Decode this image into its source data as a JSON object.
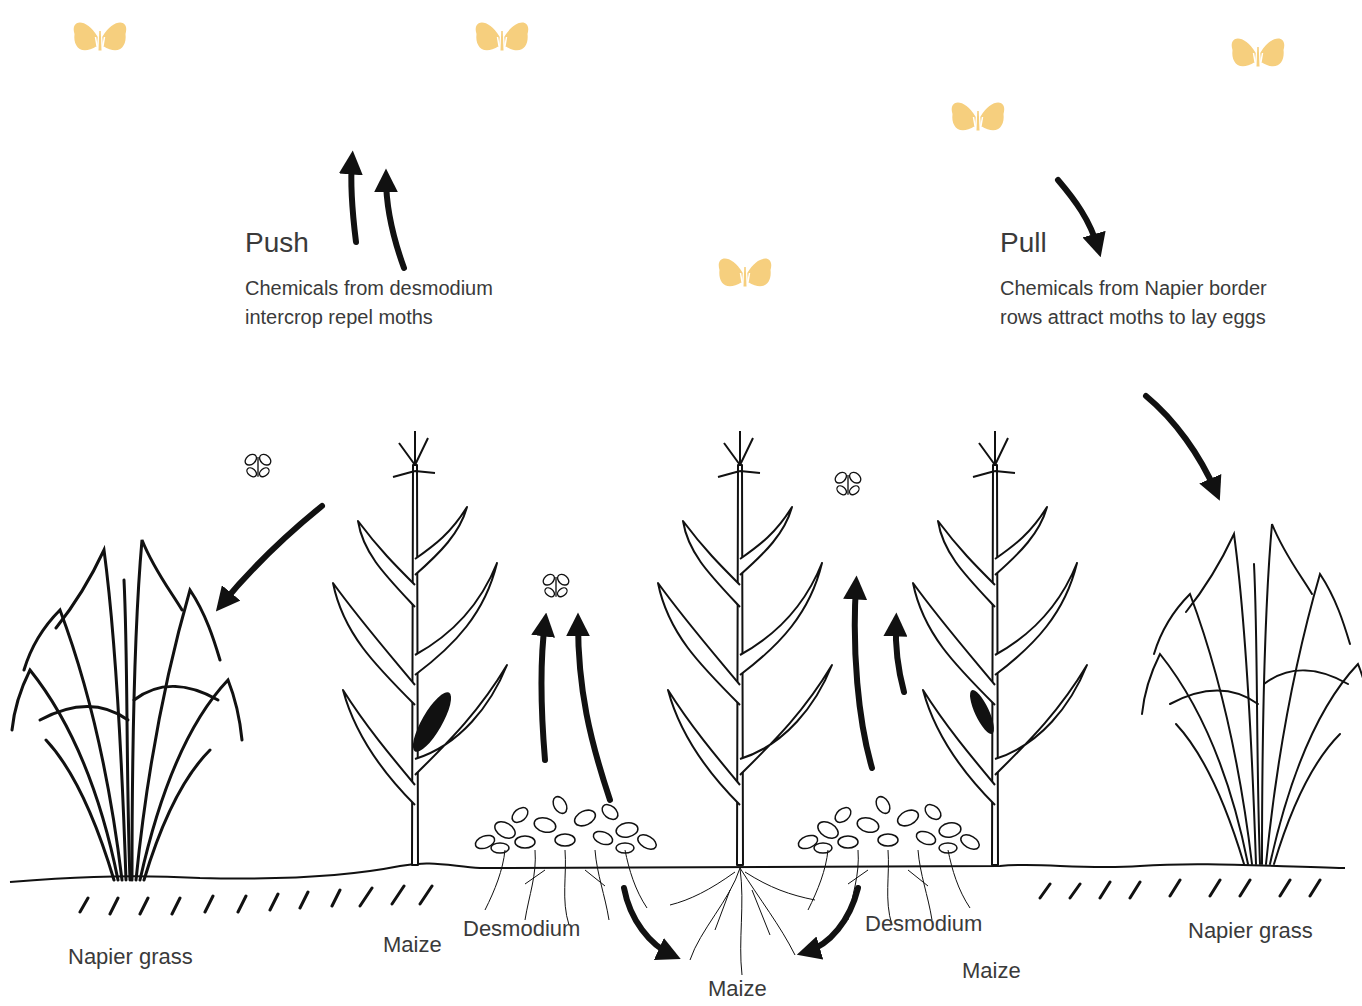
{
  "diagram": {
    "labels": [
      "Push",
      "Chemicals from desmodium intercrop repel moths",
      "Pull",
      "Chemicals from Napier border rows attract moths to lay eggs",
      "Napier grass",
      "Maize",
      "Desmodium",
      "Maize",
      "Desmodium",
      "Maize",
      "Napier grass"
    ]
  }
}
